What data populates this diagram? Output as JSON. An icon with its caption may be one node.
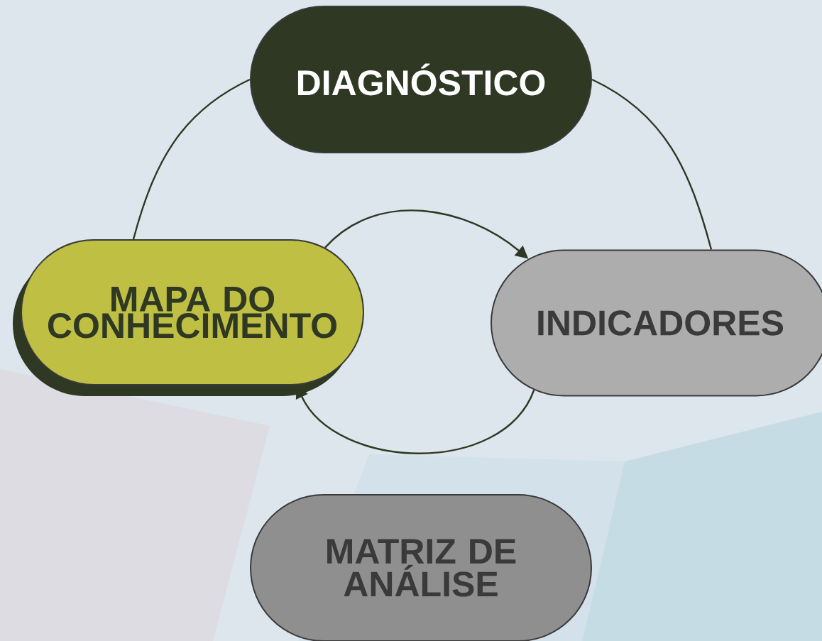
{
  "diagram": {
    "nodes": [
      {
        "text": [
          "DIAGNÓSTICO"
        ]
      },
      {
        "text": [
          "MAPA DO CONHECIMENTO"
        ]
      },
      {
        "text": [
          "INDICADORES"
        ]
      },
      {
        "text": [
          "MATRIZ DE ANÁLISE"
        ]
      }
    ],
    "edges": [
      {
        "from": 0,
        "to": 1,
        "arrow": "none"
      },
      {
        "from": 0,
        "to": 2,
        "arrow": "none"
      },
      {
        "from": 1,
        "to": 2,
        "arrow": "to"
      },
      {
        "from": 2,
        "to": 1,
        "arrow": "to"
      }
    ]
  }
}
